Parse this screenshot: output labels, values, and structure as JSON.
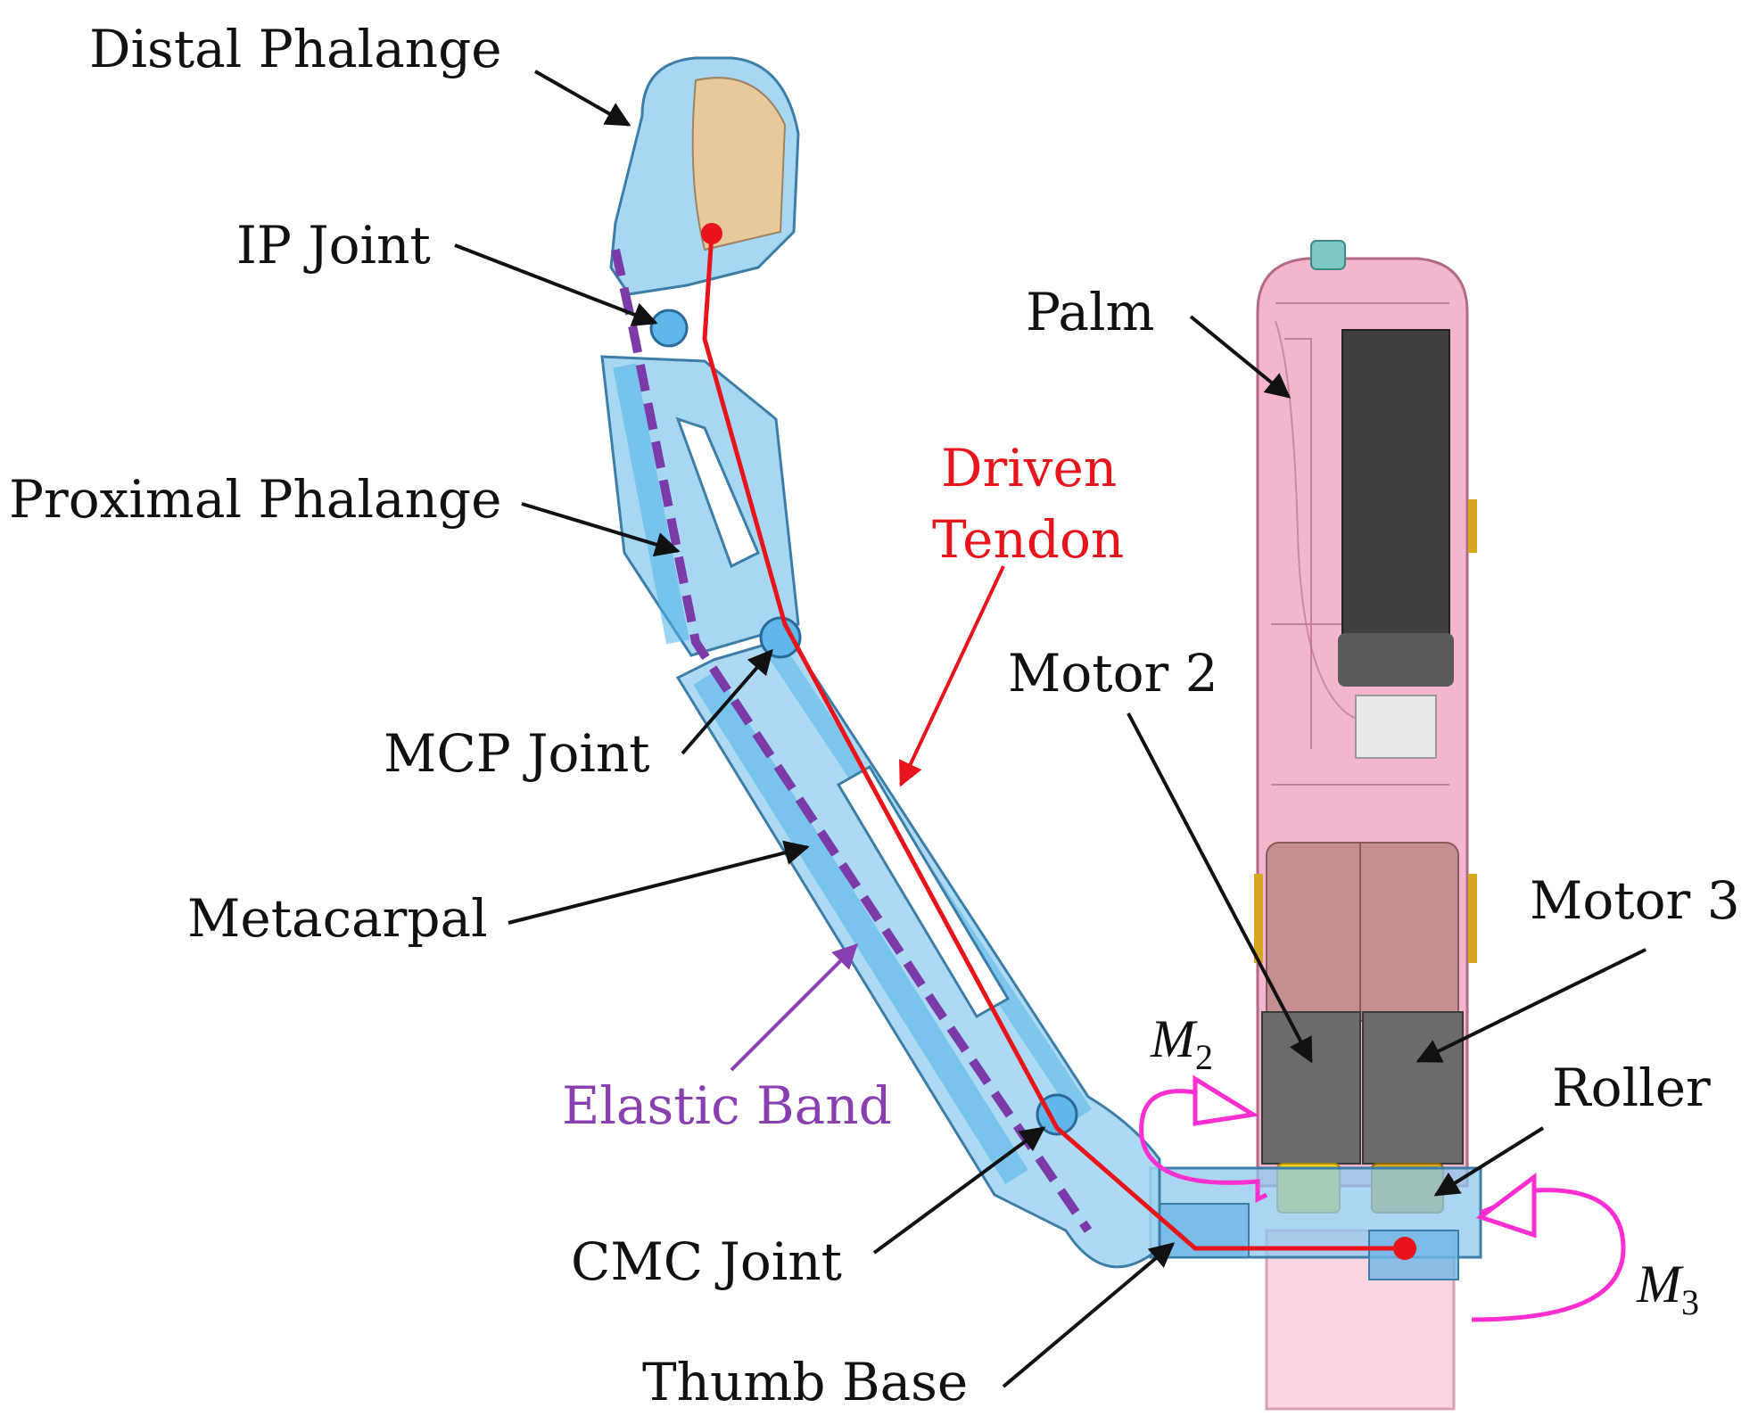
{
  "labels": {
    "distal_phalange": "Distal Phalange",
    "ip_joint": "IP Joint",
    "proximal_phalange": "Proximal Phalange",
    "mcp_joint": "MCP Joint",
    "metacarpal": "Metacarpal",
    "elastic_band": "Elastic Band",
    "cmc_joint": "CMC Joint",
    "thumb_base": "Thumb Base",
    "palm": "Palm",
    "driven_tendon_line1": "Driven",
    "driven_tendon_line2": "Tendon",
    "motor_2": "Motor 2",
    "motor_3": "Motor 3",
    "roller": "Roller",
    "m2_symbol": "M",
    "m2_subscript": "2",
    "m3_symbol": "M",
    "m3_subscript": "3"
  },
  "colors": {
    "finger_blue": "#9fd3f0",
    "finger_blue_dark": "#4fb3e8",
    "finger_outline": "#3c7ea8",
    "palm_pink": "#f2a9c6",
    "palm_outline": "#b26a86",
    "motor_gray": "#4a4a4a",
    "tendon_red": "#e8141b",
    "band_purple": "#7a3aa8",
    "moment_magenta": "#ff2ed1",
    "roller_yellow": "#f3c61a",
    "fingertip_tan": "#e8c99a"
  }
}
